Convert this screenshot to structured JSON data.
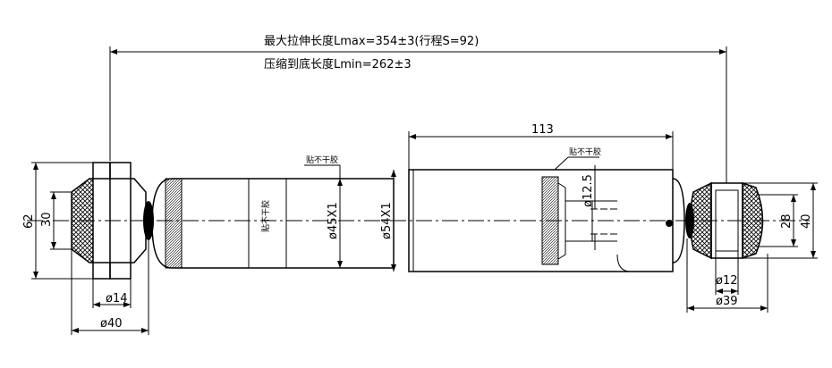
{
  "title_length_max": "最大拉伸长度Lmax=354±3(行程S=92)",
  "title_length_min": "压缩到底长度Lmin=262±3",
  "dim_113": "113",
  "dim_12_5": "ø12.5",
  "dim_45x1": "ø45X1",
  "dim_54x1": "ø54X1",
  "dim_62": "62",
  "dim_30": "30",
  "dim_14": "ø14",
  "dim_40_left": "ø40",
  "dim_28": "28",
  "dim_40_right": "40",
  "dim_12": "ø12",
  "dim_39": "ø39",
  "note_1": "贴不干胶",
  "note_2": "贴不干胶",
  "note_3": "贴不干胶"
}
